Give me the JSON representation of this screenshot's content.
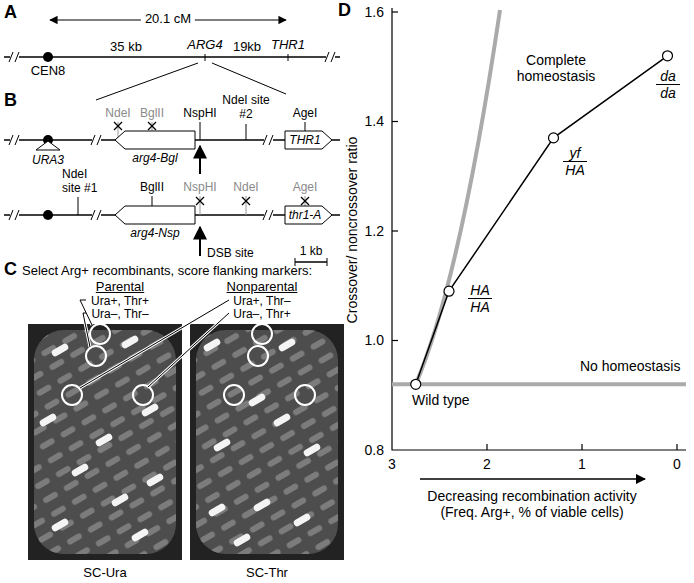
{
  "diagram": {
    "labels": [
      "A",
      "20.1 cM",
      "CEN8",
      "35 kb",
      "ARG4",
      "19kb",
      "THR1",
      "B",
      "NdeI",
      "BglII",
      "NspHI",
      "arg4-Bgl",
      "NdeI site #2",
      "AgeI",
      "THR1",
      "URA3",
      "NdeI site #1",
      "BglII",
      "arg4-Nsp",
      "NspHI",
      "NdeI",
      "AgeI",
      "thr1-A",
      "DSB site",
      "1 kb",
      "C",
      "Select Arg+ recombinants, score flanking markers:",
      "Parental",
      "Nonparental",
      "Ura+, Thr+",
      "Ura–, Thr–",
      "Ura+, Thr–",
      "Ura–, Thr+",
      "SC-Ura",
      "SC-Thr",
      "D",
      "1.6",
      "1.4",
      "1.2",
      "1.0",
      "0.8",
      "Crossover/ noncrossover ratio",
      "Complete homeostasis",
      "No homeostasis",
      "Wild type",
      "HA",
      "HA",
      "yf",
      "HA",
      "da",
      "da",
      "3",
      "2",
      "1",
      "0",
      "Decreasing recombination activity (Freq. Arg+, % of viable cells)"
    ]
  }
}
